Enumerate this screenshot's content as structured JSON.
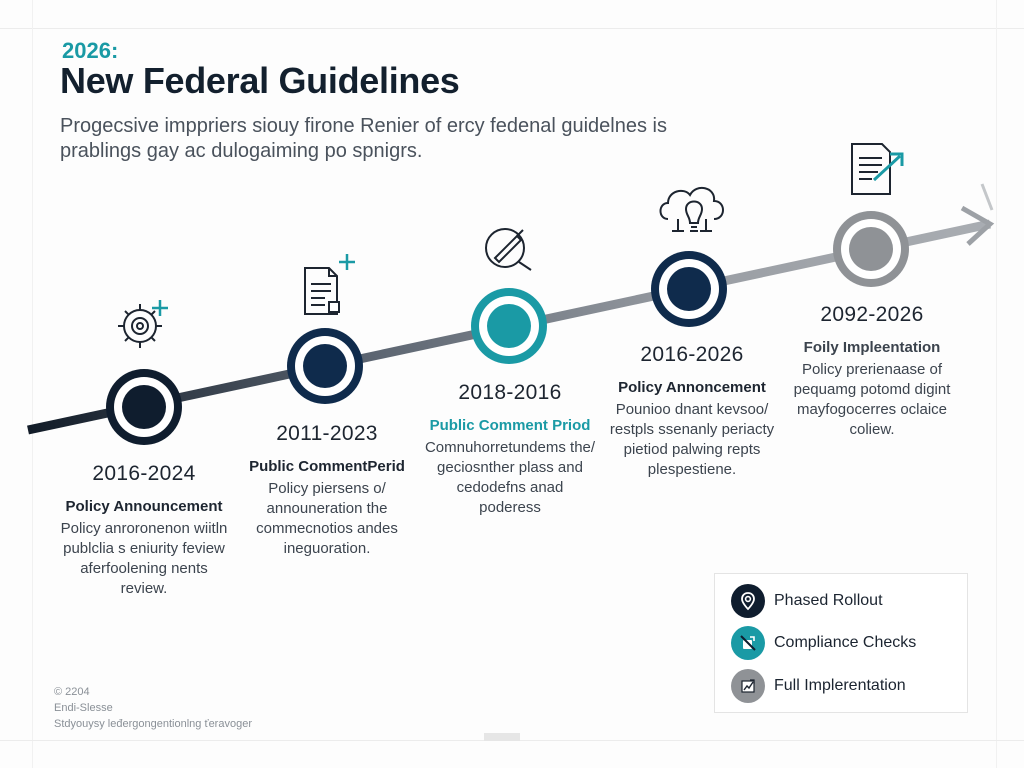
{
  "header": {
    "year_tag": "2026:",
    "title": "New Federal Guidelines",
    "subtitle": "Progecsive imppriers siouy firone Renier of ercy fedenal guidelnes is prablings gay ac dulogaiming po spnigrs."
  },
  "milestones": [
    {
      "year": "2016-2024",
      "heading": "Policy Announcement",
      "desc": [
        "Policy anroronenon wiitln",
        "publclia s eniurity feview",
        "aferfoolening nents",
        "review."
      ],
      "icon": "gear-plus-icon",
      "node_color": "#0f1d2e",
      "heading_color": "#1d2530"
    },
    {
      "year": "2011-2023",
      "heading": "Public CommentPerid",
      "desc": [
        "Policy piersens o/",
        "announeration the",
        "commecnotios andes",
        "ineguoration."
      ],
      "icon": "document-plus-icon",
      "node_color": "#0f2b4c",
      "heading_color": "#1d2530"
    },
    {
      "year": "2018-2016",
      "heading": "Public Comment Priod",
      "desc": [
        "Comnuhorretundems the/",
        "geciosnther plass and",
        "cedodefns anad",
        "poderess"
      ],
      "icon": "magnifier-pen-icon",
      "node_color": "#1a9aa5",
      "heading_color": "#1a9aa5"
    },
    {
      "year": "2016-2026",
      "heading": "Policy Annoncement",
      "desc": [
        "Pounioo dnant kevsoo/",
        "restpls ssenanly periacty",
        "pietiod palwing repts",
        "plespestiene."
      ],
      "icon": "cloud-lightbulb-icon",
      "node_color": "#0f2b4c",
      "heading_color": "#1d2530"
    },
    {
      "year": "2092-2026",
      "heading": "Foily Impleentation",
      "desc": [
        "Policy prerienaase of",
        "pequamg potomd digint",
        "mayfogocerres oclaice",
        "coliew."
      ],
      "icon": "document-arrow-icon",
      "node_color": "#8f9296",
      "heading_color": "#3b434d"
    }
  ],
  "legend": [
    {
      "label": "Phased Rollout",
      "icon": "map-pin-icon",
      "color": "#0f1d2e"
    },
    {
      "label": "Compliance Checks",
      "icon": "check-slash-icon",
      "color": "#1a9aa5"
    },
    {
      "label": "Full Implerentation",
      "icon": "edit-chart-icon",
      "color": "#8f9296"
    }
  ],
  "footer": {
    "line1": "© 2204",
    "line2": "Endi-Slesse",
    "line3": "Stdyouysy leđergongentionlng ťeravoger"
  }
}
